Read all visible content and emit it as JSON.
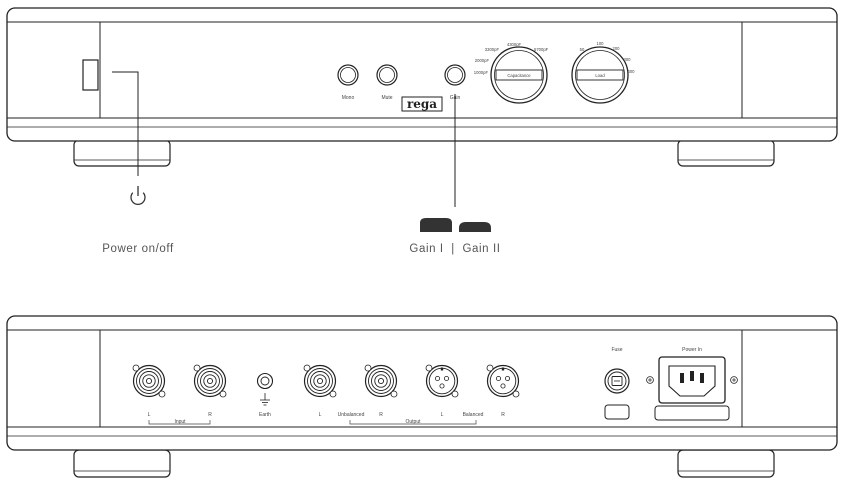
{
  "front": {
    "buttons": {
      "mono": "Mono",
      "mute": "Mute",
      "gain": "Gain"
    },
    "logo": "rega",
    "capacitance_knob": {
      "label": "Capacitance",
      "scale": [
        "1000pF",
        "2000pF",
        "3300pF",
        "4300pF",
        "5700pF"
      ]
    },
    "load_knob": {
      "label": "Load",
      "scale": [
        "50",
        "100",
        "200",
        "300",
        "400"
      ]
    }
  },
  "callouts": {
    "power": "Power on/off",
    "gain": "Gain I  |  Gain II"
  },
  "rear": {
    "input": {
      "left": "L",
      "right": "R",
      "group": "Input"
    },
    "earth": "Earth",
    "output": {
      "unbalanced_left": "L",
      "unbalanced_label": "Unbalanced",
      "unbalanced_right": "R",
      "balanced_left": "L",
      "balanced_label": "Balanced",
      "balanced_right": "R",
      "group": "Output"
    },
    "fuse": "Fuse",
    "power_in": "Power In"
  }
}
